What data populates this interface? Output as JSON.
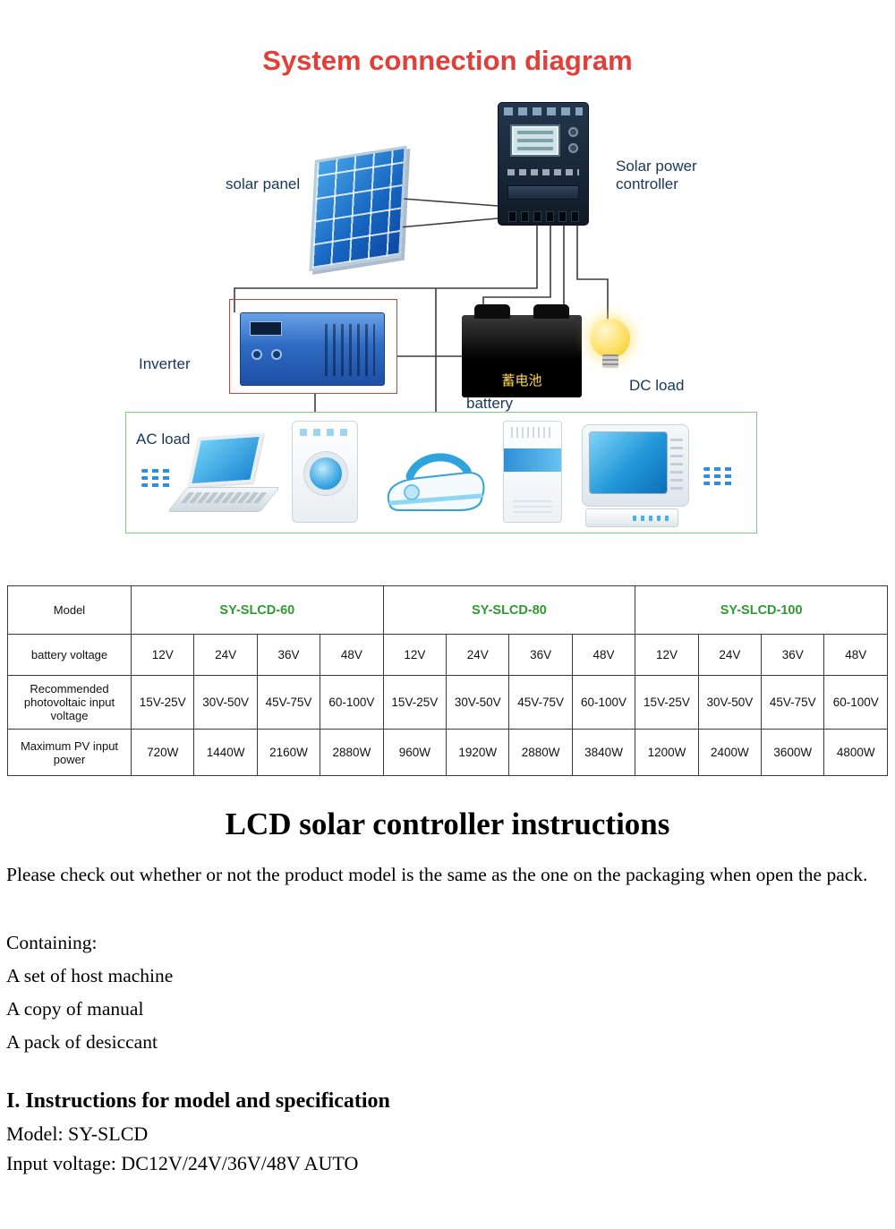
{
  "diagram": {
    "title": "System connection diagram",
    "labels": {
      "solar_panel": "solar panel",
      "controller": "Solar power controller",
      "inverter": "Inverter",
      "battery_cn": "蓄电池",
      "battery": "battery",
      "dc_load": "DC load",
      "ac_load": "AC load"
    },
    "colors": {
      "title": "#e23f38",
      "label": "#17365d",
      "wire": "#3d3d3d",
      "ac_box_border": "#82c785",
      "inverter_highlight_border": "#e23b35",
      "model_green": "#2e9b30"
    }
  },
  "table": {
    "model_label": "Model",
    "models": [
      "SY-SLCD-60",
      "SY-SLCD-80",
      "SY-SLCD-100"
    ],
    "rows": [
      {
        "label": "battery voltage",
        "values": [
          "12V",
          "24V",
          "36V",
          "48V",
          "12V",
          "24V",
          "36V",
          "48V",
          "12V",
          "24V",
          "36V",
          "48V"
        ]
      },
      {
        "label": "Recommended photovoltaic input voltage",
        "values": [
          "15V-25V",
          "30V-50V",
          "45V-75V",
          "60-100V",
          "15V-25V",
          "30V-50V",
          "45V-75V",
          "60-100V",
          "15V-25V",
          "30V-50V",
          "45V-75V",
          "60-100V"
        ]
      },
      {
        "label": "Maximum PV input power",
        "values": [
          "720W",
          "1440W",
          "2160W",
          "2880W",
          "960W",
          "1920W",
          "2880W",
          "3840W",
          "1200W",
          "2400W",
          "3600W",
          "4800W"
        ]
      }
    ]
  },
  "content": {
    "heading": "LCD solar controller instructions",
    "intro": "Please check out whether or not the product model is the same as the one on the packaging when open the pack.",
    "containing_label": "Containing:",
    "containing_items": [
      "A set of host machine",
      "A copy of manual",
      "A pack of desiccant"
    ],
    "section_heading": "I. Instructions for model and specification",
    "model_line": "Model: SY-SLCD",
    "voltage_line": "Input voltage: DC12V/24V/36V/48V AUTO"
  }
}
